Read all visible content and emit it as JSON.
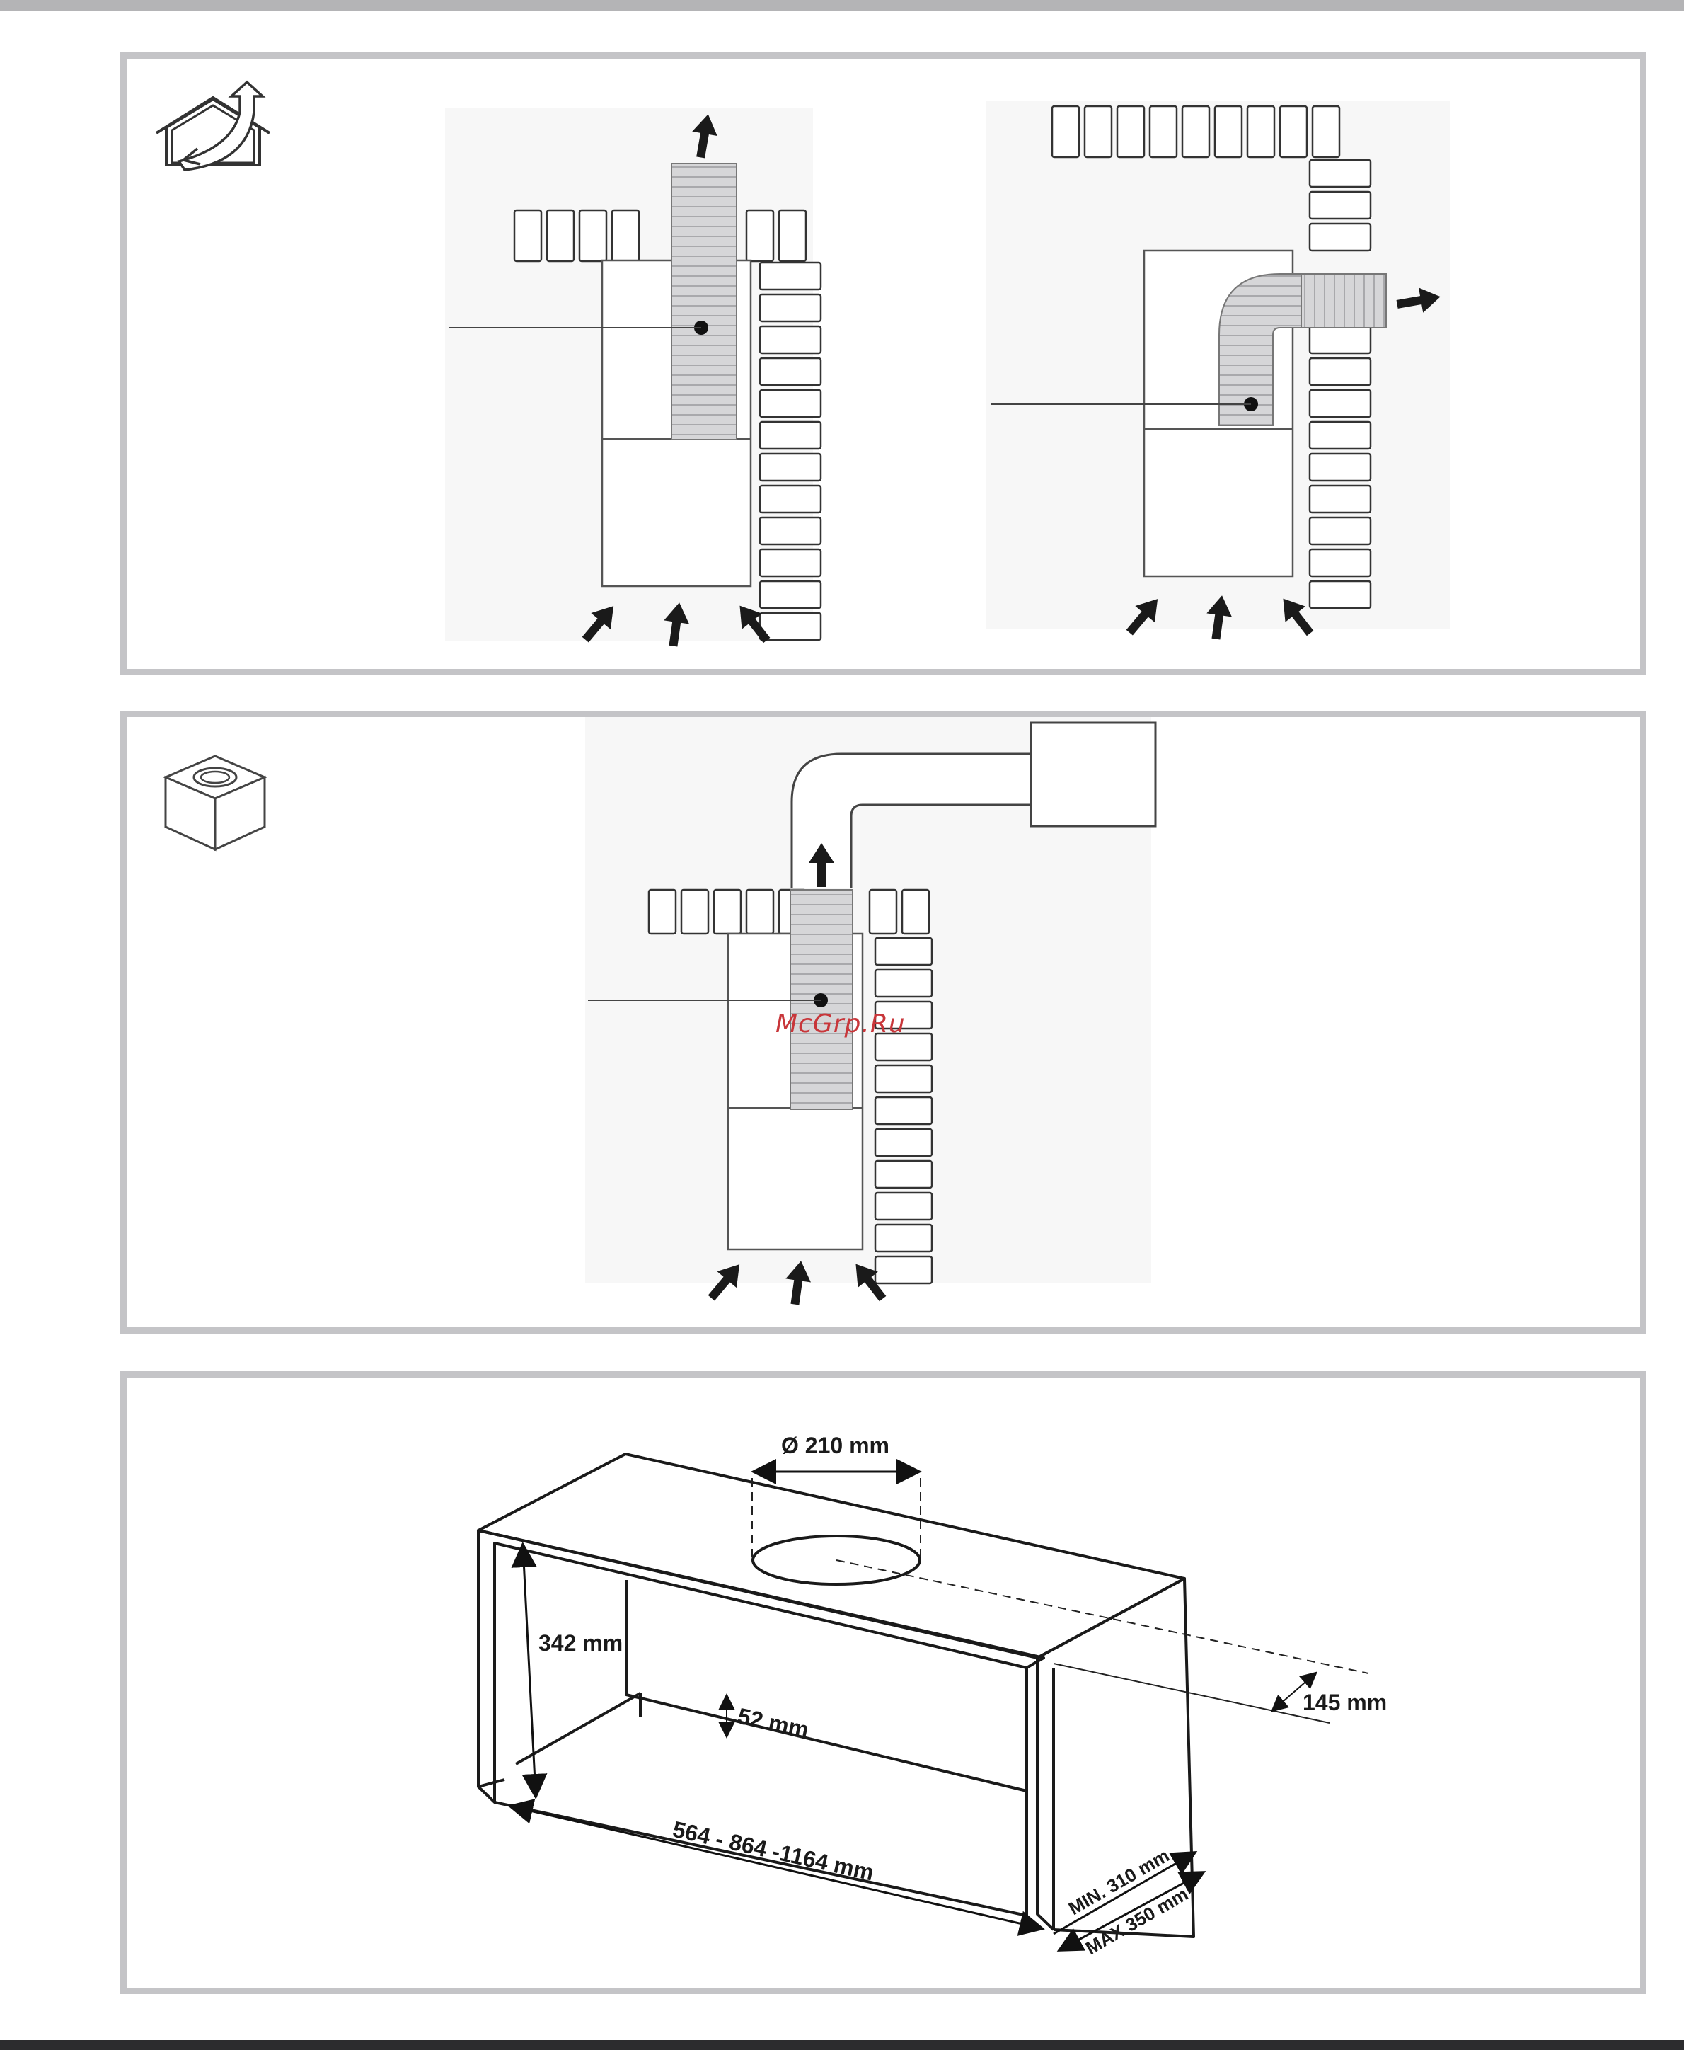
{
  "icons": {
    "panel1": "ducted-exhaust-house-icon",
    "panel2": "recirculation-filter-box-icon"
  },
  "watermark": "McGrp.Ru",
  "dimensions": {
    "diameter": "Ø 210 mm",
    "height": "342 mm",
    "inner_gap": "52 mm",
    "width": "564 - 864 -1164 mm",
    "offset": "145 mm",
    "depth_min": "MIN. 310 mm",
    "depth_max": "MAX 350 mm"
  },
  "colors": {
    "panel_border": "#c4c4c7",
    "duct_fill": "#d6d6d8",
    "watermark": "#c8363a"
  }
}
